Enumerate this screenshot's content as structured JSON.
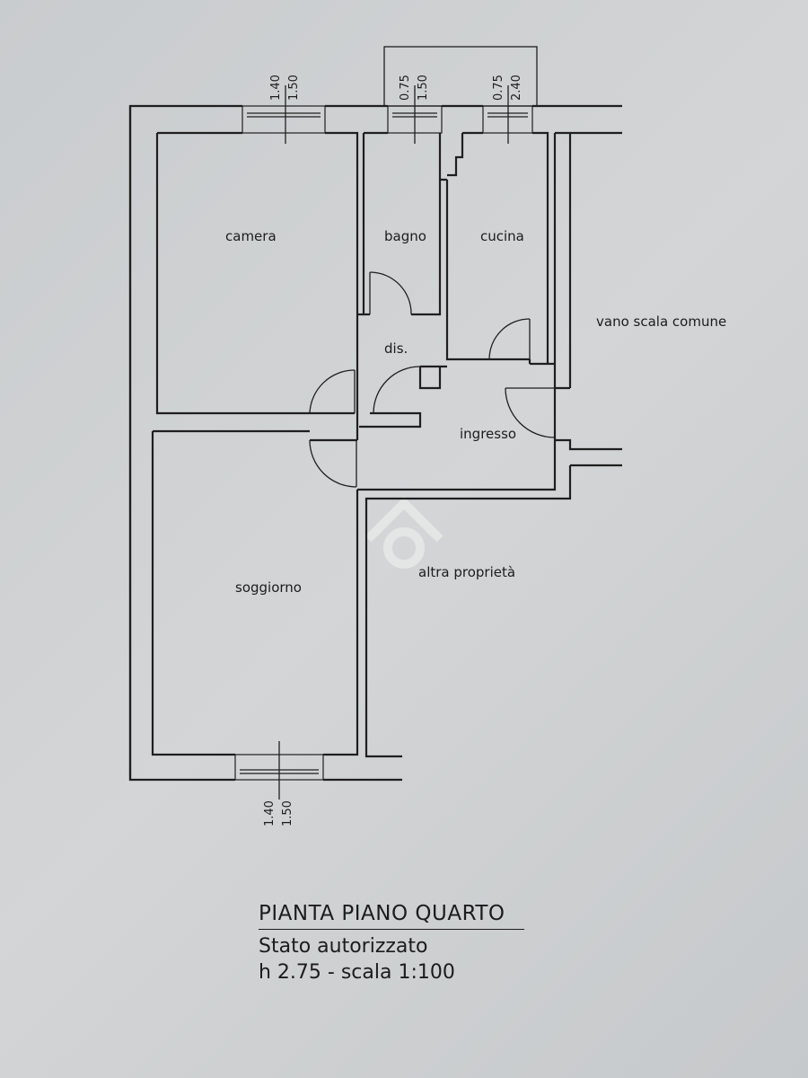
{
  "rooms": {
    "camera": "camera",
    "bagno": "bagno",
    "cucina": "cucina",
    "dis": "dis.",
    "ingresso": "ingresso",
    "soggiorno": "soggiorno",
    "vano_scala": "vano scala comune",
    "altra_proprieta": "altra proprietà"
  },
  "windows": {
    "camera": {
      "a": "1.40",
      "b": "1.50"
    },
    "bagno": {
      "a": "0.75",
      "b": "1.50"
    },
    "cucina": {
      "a": "0.75",
      "b": "2.40"
    },
    "soggiorno": {
      "a": "1.40",
      "b": "1.50"
    }
  },
  "caption": {
    "title": "PIANTA PIANO QUARTO",
    "subtitle": "Stato autorizzato",
    "scale": "h 2.75 - scala 1:100"
  },
  "watermark": "logo-mark"
}
